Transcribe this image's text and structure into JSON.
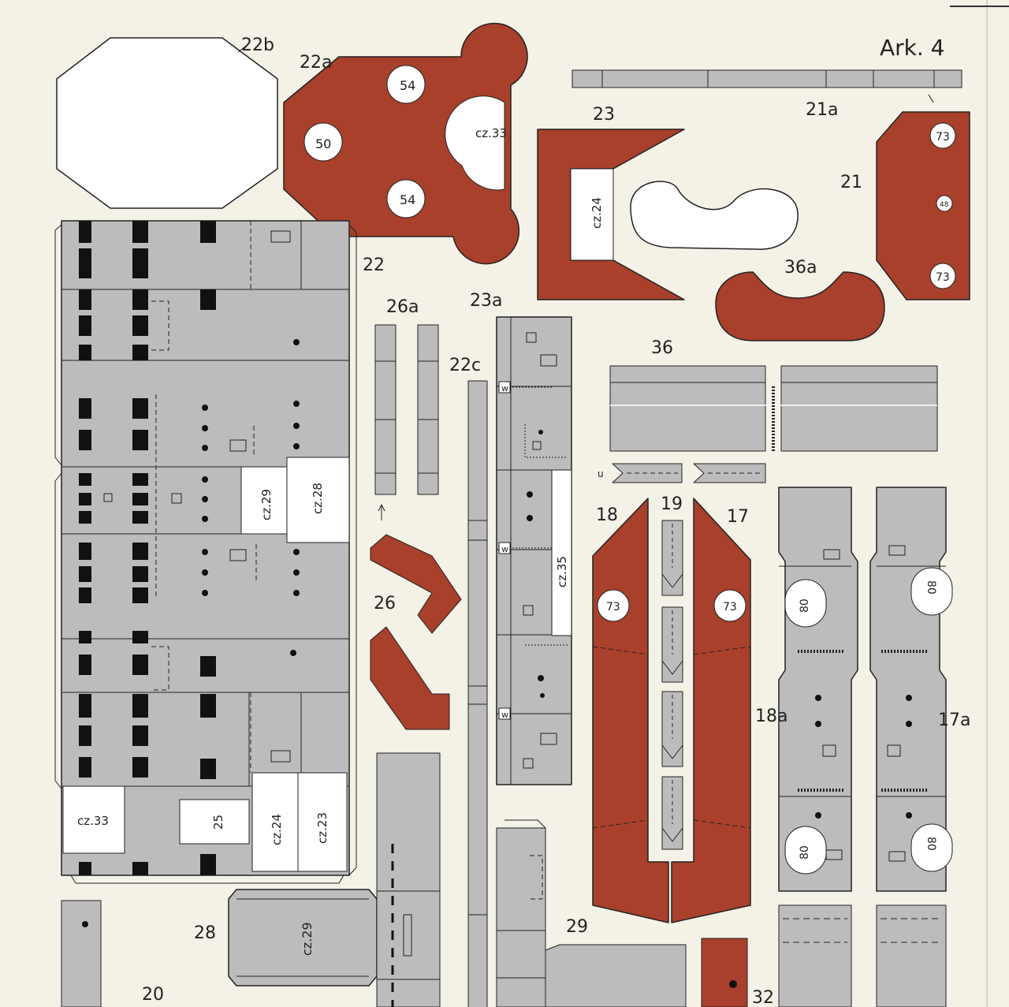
{
  "sheet": {
    "title": "Ark. 4",
    "colors": {
      "paper": "#f4f1e6",
      "grey": "#bcbcbc",
      "red": "#a8402b",
      "ink": "#1a1a1a",
      "white": "#ffffff"
    }
  },
  "labels": {
    "p22b": "22b",
    "p22a": "22a",
    "p21a": "21a",
    "p23": "23",
    "p21": "21",
    "p36a": "36a",
    "p22": "22",
    "p26a": "26a",
    "p23a": "23a",
    "p22c": "22c",
    "p36": "36",
    "p18": "18",
    "p19": "19",
    "p17": "17",
    "p26": "26",
    "p18a": "18a",
    "p17a": "17a",
    "p28": "28",
    "p29": "29",
    "p20": "20",
    "p32": "32"
  },
  "circles": {
    "c50": "50",
    "c54a": "54",
    "c54b": "54",
    "c73a": "73",
    "c73b": "73",
    "c48": "48",
    "c73c": "73",
    "c73d": "73",
    "o80a": "80",
    "o80b": "80",
    "o80c": "80",
    "o80d": "80"
  },
  "refs": {
    "cz33a": "cz.33",
    "cz24a": "cz.24",
    "cz29a": "cz.29",
    "cz28": "cz.28",
    "cz35": "cz.35",
    "cz33b": "cz.33",
    "n25": "25",
    "cz24b": "cz.24",
    "cz23": "cz.23",
    "cz29b": "cz.29"
  },
  "marks": {
    "w1": "w",
    "w2": "w",
    "w3": "w",
    "u": "u"
  }
}
